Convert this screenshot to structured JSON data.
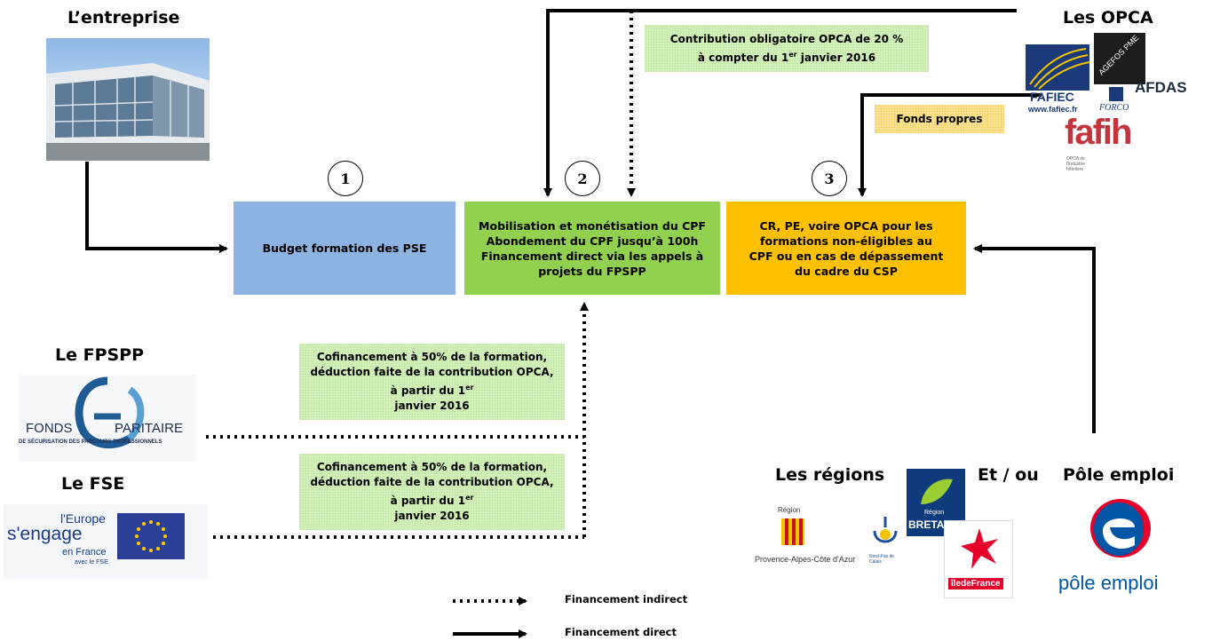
{
  "headings": {
    "entreprise": "L’entreprise",
    "opca": "Les OPCA",
    "fpspp": "Le FPSPP",
    "fse": "Le FSE",
    "regions": "Les régions",
    "et_ou": "Et / ou",
    "pole_emploi": "Pôle emploi"
  },
  "circles": [
    "1",
    "2",
    "3"
  ],
  "boxes": {
    "box1": {
      "text": "Budget formation des PSE",
      "color": "#8db3e2"
    },
    "box2": {
      "lines": [
        "Mobilisation et monétisation du CPF",
        "Abondement du CPF jusqu’à 100h",
        "Financement direct via les appels à projets du FPSPP"
      ],
      "color": "#92d050"
    },
    "box3": {
      "lines": [
        "CR, PE, voire OPCA pour les formations non-éligibles au CPF ou en cas de dépassement du cadre du CSP"
      ],
      "color": "#ffc000"
    }
  },
  "notes": {
    "opca_contribution": {
      "line1": "Contribution obligatoire OPCA de 20 %",
      "line2_a": "à compter du 1",
      "line2_sup": "er",
      "line2_b": " janvier 2016"
    },
    "fonds_propres": "Fonds propres",
    "fpspp_cofinancement": {
      "text": "Cofinancement à 50% de la formation, déduction faite de la contribution OPCA, à partir du 1",
      "sup": "er",
      "tail": "janvier  2016"
    },
    "fse_cofinancement": {
      "text": "Cofinancement à 50% de la formation, déduction faite de la contribution OPCA, à partir du 1",
      "sup": "er",
      "tail": "janvier  2016"
    }
  },
  "legend": {
    "indirect": "Financement indirect",
    "direct": "Financement direct"
  },
  "logos": {
    "fafiec": "FAFIEC",
    "fafiec_url": "www.fafiec.fr",
    "agefos": "AGEFOS PME",
    "afdas": "AFDAS",
    "forco": "FORCO",
    "fafih": "fafih",
    "fafih_sub": "OPCA de l'industrie hôtelière",
    "fpspp_fonds": "FONDS",
    "fpspp_paritaire": "PARITAIRE",
    "fpspp_sub": "DE SÉCURISATION DES PARCOURS PROFESSIONNELS",
    "europe_1": "l'Europe",
    "europe_2": "s'engage",
    "europe_3": "en France",
    "europe_4": "avec le FSE",
    "region_label": "Région",
    "paca": "Provence-Alpes-Côte d'Azur",
    "npdc": "Nord-Pas de Calais",
    "bretagne_region": "Région",
    "bretagne": "BRETAGNE",
    "idf": "îledeFrance",
    "pole_emploi": "pôle emploi"
  },
  "colors": {
    "box1": "#8db3e2",
    "box2": "#92d050",
    "box3": "#ffc000",
    "note_green": "#d9f2c2",
    "note_yellow": "#fbe7a0"
  }
}
